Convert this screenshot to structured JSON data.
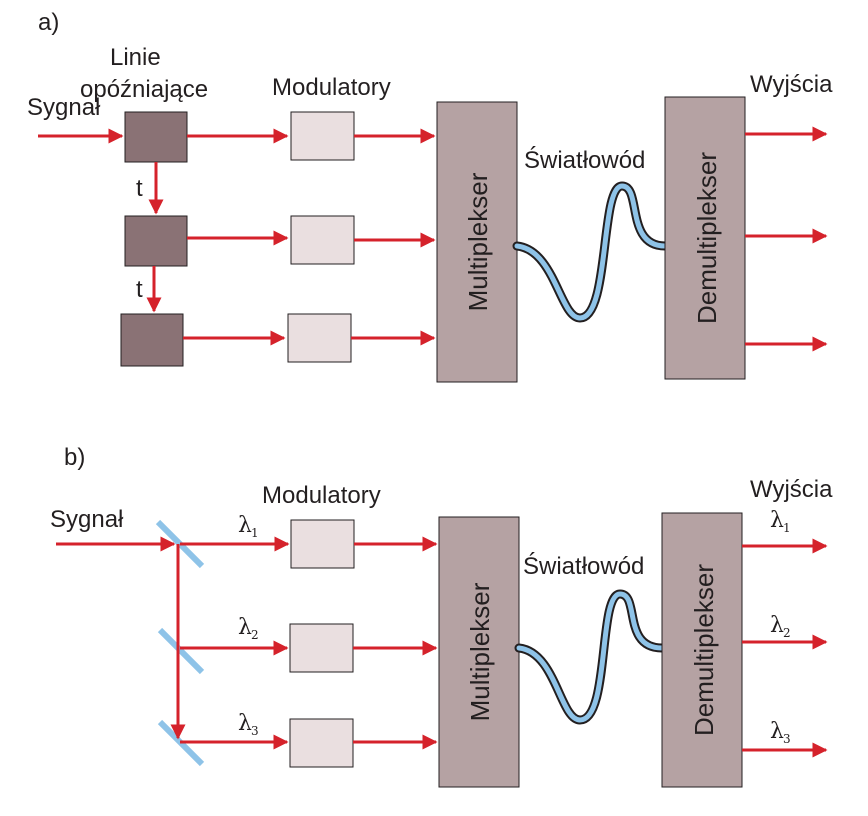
{
  "colors": {
    "signal": "#d5222b",
    "delay_box": "#8a7275",
    "modulator_box": "#eadfe0",
    "mux_box": "#b5a2a3",
    "fiber": "#8ec3e8",
    "mirror": "#8ec3e8",
    "text": "#231f20"
  },
  "panel_a": {
    "tag": "a)",
    "input_label": "Sygnał",
    "delay_label_line1": "Linie",
    "delay_label_line2": "opóźniające",
    "modulators_label": "Modulatory",
    "delay_symbol": "t",
    "mux_label": "Multiplekser",
    "fiber_label": "Światłowód",
    "demux_label": "Demultiplekser",
    "outputs_label": "Wyjścia"
  },
  "panel_b": {
    "tag": "b)",
    "input_label": "Sygnał",
    "modulators_label": "Modulatory",
    "mux_label": "Multiplekser",
    "fiber_label": "Światłowód",
    "demux_label": "Demultiplekser",
    "outputs_label": "Wyjścia",
    "lambda": "λ",
    "channels": [
      "1",
      "2",
      "3"
    ]
  }
}
